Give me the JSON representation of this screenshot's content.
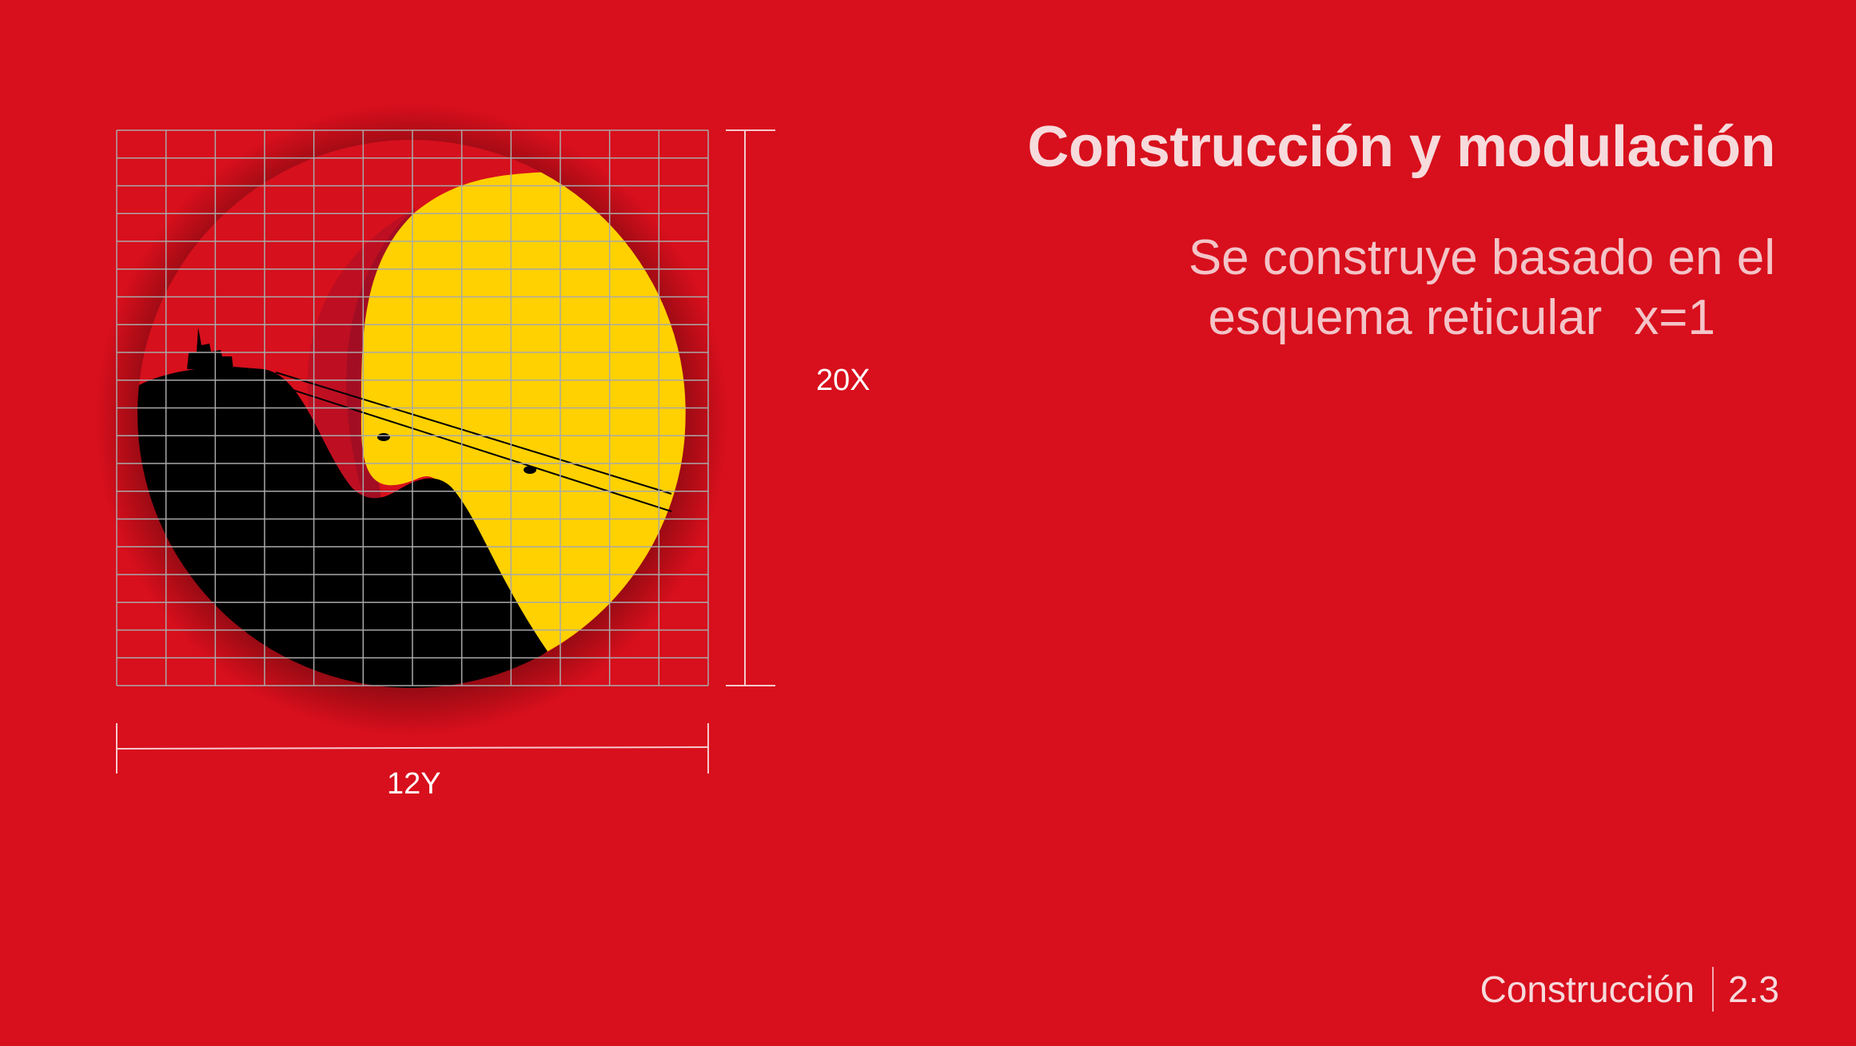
{
  "header": {
    "title": "Construcción y modulación"
  },
  "description": {
    "line1": "Se construye basado en el",
    "line2": "esquema reticular",
    "variable": "x=1"
  },
  "diagram": {
    "height_label": "20X",
    "width_label": "12Y",
    "colors": {
      "background": "#d80f1c",
      "sun": "#ffd100",
      "silhouette": "#000000",
      "grid_lines": "#a9a9a9",
      "dimension_lines": "#f5c9cc"
    }
  },
  "footer": {
    "section": "Construcción",
    "page_number": "2.3"
  }
}
